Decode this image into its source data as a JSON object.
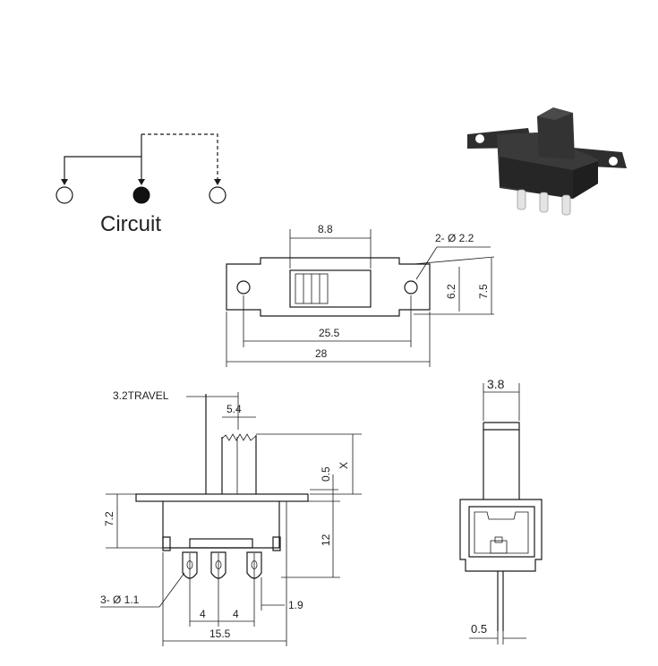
{
  "circuit": {
    "label": "Circuit"
  },
  "top_view": {
    "dim_knob_width": "8.8",
    "dim_holes": "2- Ø 2.2",
    "dim_body_height": "6.2",
    "dim_total_height": "7.5",
    "dim_hole_span": "25.5",
    "dim_total_length": "28"
  },
  "side_view": {
    "dim_travel": "3.2TRAVEL",
    "dim_knob": "5.4",
    "dim_offset": "0.5",
    "dim_x": "X",
    "dim_body_height": "7.2",
    "dim_depth": "12",
    "dim_pins": "3- Ø 1.1",
    "dim_pitch_left": "4",
    "dim_pitch_right": "4",
    "dim_pin_edge": "1.9",
    "dim_width": "15.5"
  },
  "end_view": {
    "dim_knob": "3.8",
    "dim_pin": "0.5"
  },
  "colors": {
    "line": "#1a1a1a",
    "product_body": "#2b2b2b",
    "background": "#ffffff"
  },
  "icons": {
    "product_photo": "slide-switch-photo"
  }
}
